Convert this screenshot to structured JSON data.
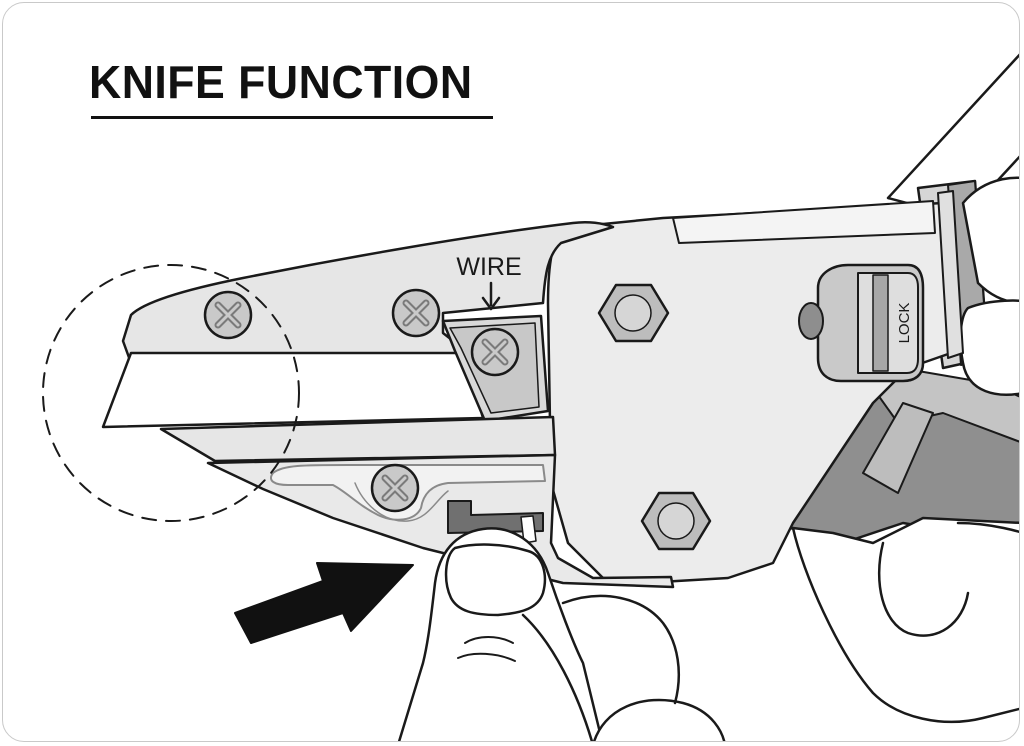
{
  "title": "KNIFE FUNCTION",
  "labels": {
    "wire": "WIRE",
    "lock": "LOCK"
  },
  "colors": {
    "outline": "#1a1a1a",
    "tool_light": "#ececec",
    "tool_mid": "#d4d4d4",
    "tool_dark": "#9d9d9d",
    "handle": "#8f8f8f",
    "arrow": "#111111",
    "background": "#ffffff"
  },
  "icons": [
    "screw-icon",
    "hex-bolt-icon",
    "push-arrow-icon",
    "down-arrow-icon"
  ]
}
